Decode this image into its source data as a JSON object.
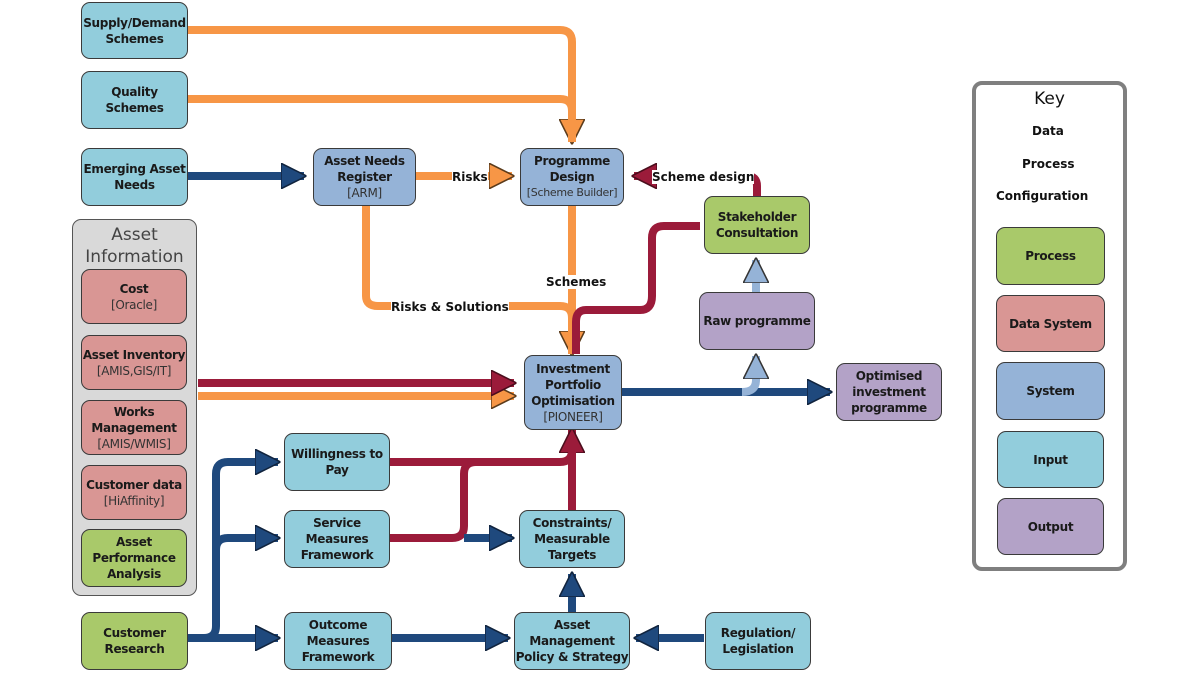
{
  "colors": {
    "data": "#f79646",
    "process": "#1f497d",
    "configuration": "#9b1b3a",
    "raw_link": "#95b3d7",
    "process_fill": "#a9c96a",
    "data_system_fill": "#d99694",
    "system_fill": "#95b3d7",
    "input_fill": "#92cddc",
    "output_fill": "#b3a2c7"
  },
  "nodes": {
    "supply_demand": {
      "line1": "Supply/Demand",
      "line2": "Schemes"
    },
    "quality": {
      "line1": "Quality Schemes"
    },
    "emerging": {
      "line1": "Emerging Asset",
      "line2": "Needs"
    },
    "arm": {
      "line1": "Asset Needs",
      "line2": "Register",
      "sub": "[ARM]"
    },
    "programme_design": {
      "line1": "Programme",
      "line2": "Design",
      "sub": "[Scheme Builder]"
    },
    "stakeholder": {
      "line1": "Stakeholder",
      "line2": "Consultation"
    },
    "raw_programme": {
      "line1": "Raw programme"
    },
    "ipo": {
      "line1": "Investment",
      "line2": "Portfolio",
      "line3": "Optimisation",
      "sub": "[PIONEER]"
    },
    "optimised": {
      "line1": "Optimised",
      "line2": "investment",
      "line3": "programme"
    },
    "wtp": {
      "line1": "Willingness to",
      "line2": "Pay"
    },
    "smf": {
      "line1": "Service",
      "line2": "Measures",
      "line3": "Framework"
    },
    "constraints": {
      "line1": "Constraints/",
      "line2": "Measurable",
      "line3": "Targets"
    },
    "omf": {
      "line1": "Outcome",
      "line2": "Measures",
      "line3": "Framework"
    },
    "ampolicy": {
      "line1": "Asset",
      "line2": "Management",
      "line3": "Policy & Strategy"
    },
    "regulation": {
      "line1": "Regulation/",
      "line2": "Legislation"
    },
    "customer_research": {
      "line1": "Customer",
      "line2": "Research"
    }
  },
  "asset_information": {
    "title_line1": "Asset",
    "title_line2": "Information",
    "cost": {
      "line1": "Cost",
      "sub": "[Oracle]"
    },
    "inventory": {
      "line1": "Asset Inventory",
      "sub": "[AMIS,GIS/IT]"
    },
    "works": {
      "line1": "Works",
      "line2": "Management",
      "sub": "[AMIS/WMIS]"
    },
    "customer_data": {
      "line1": "Customer data",
      "sub": "[HiAffinity]"
    },
    "apa": {
      "line1": "Asset",
      "line2": "Performance",
      "line3": "Analysis"
    }
  },
  "edge_labels": {
    "risks": "Risks",
    "scheme_design": "Scheme design",
    "schemes": "Schemes",
    "risks_solutions": "Risks & Solutions"
  },
  "key": {
    "title": "Key",
    "arrows": [
      "Data",
      "Process",
      "Configuration"
    ],
    "boxes": [
      "Process",
      "Data System",
      "System",
      "Input",
      "Output"
    ]
  }
}
